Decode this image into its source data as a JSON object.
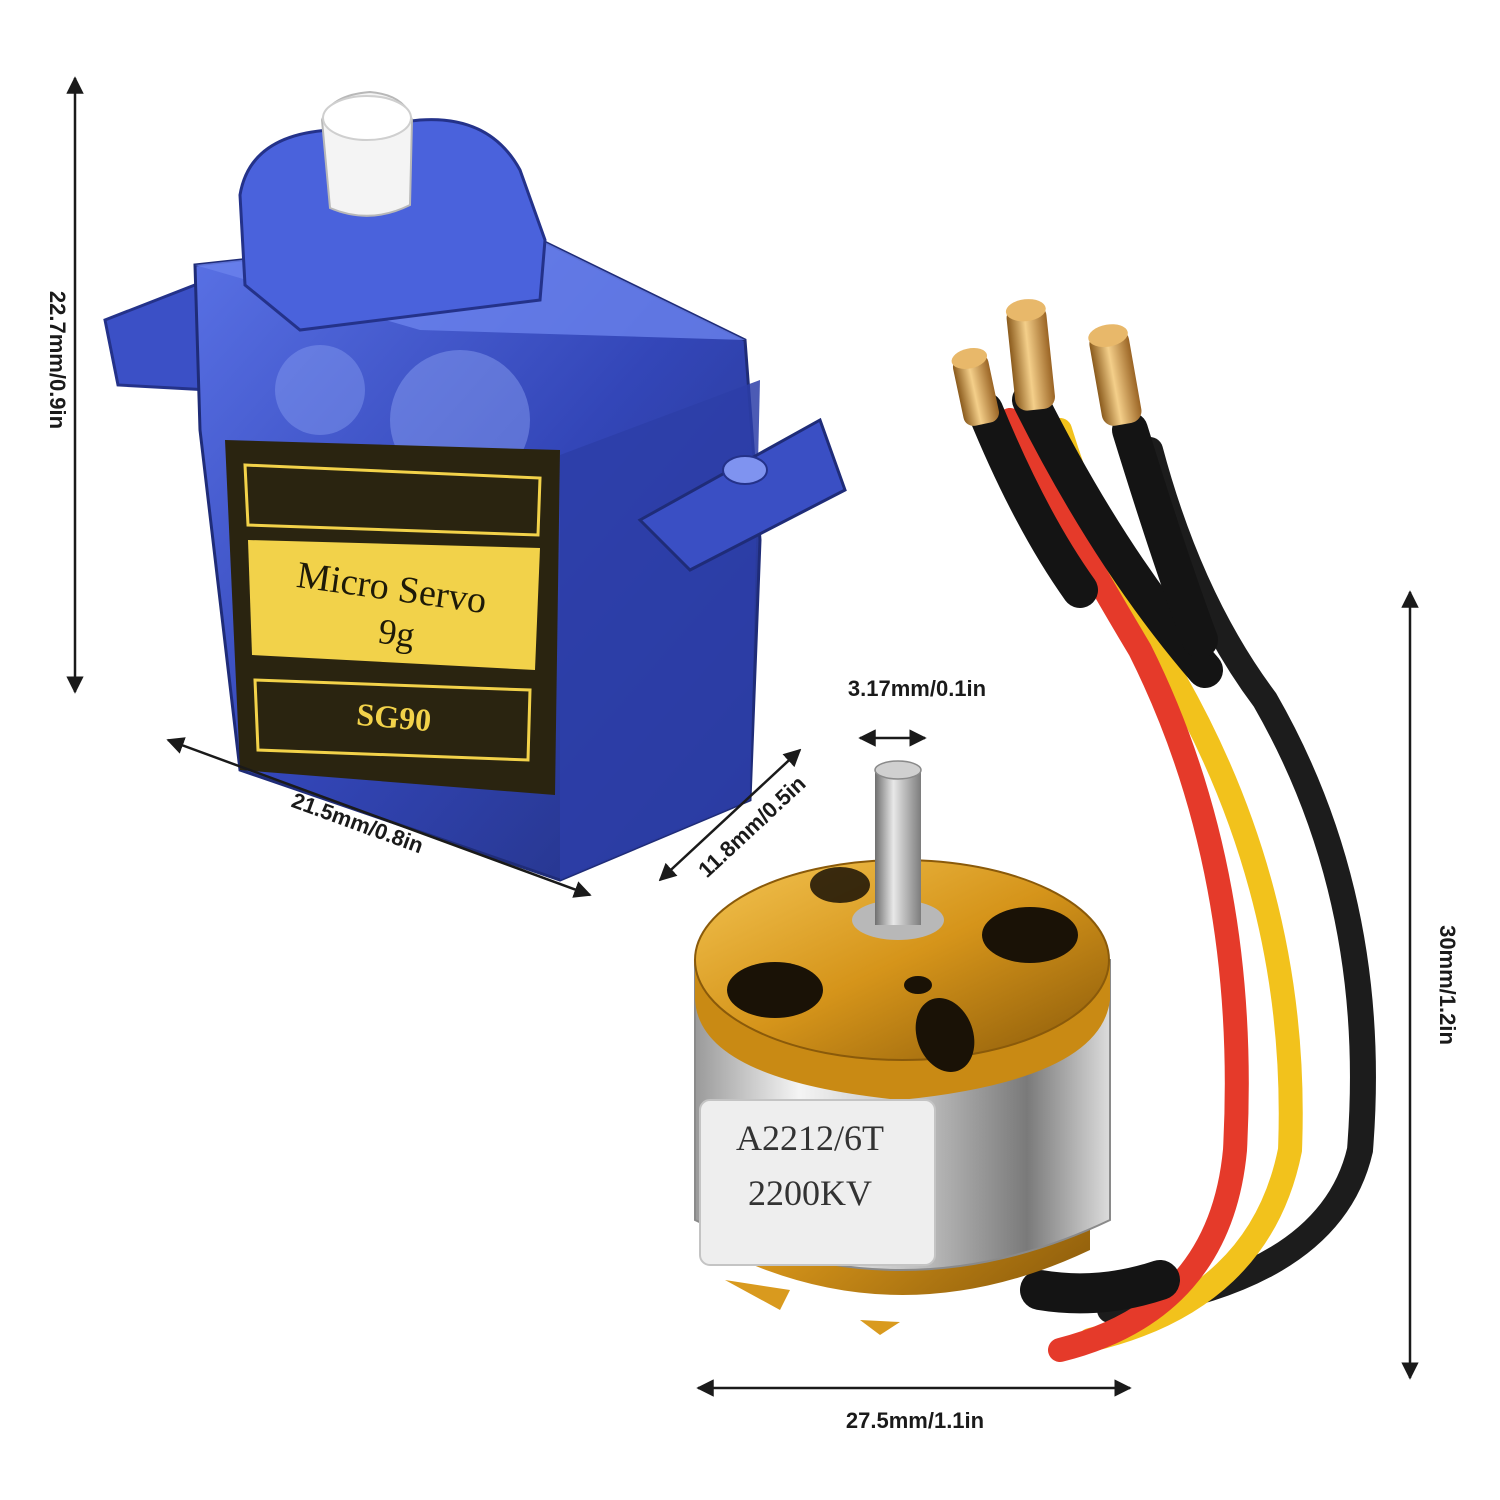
{
  "servo": {
    "label_line1": "Micro Servo",
    "label_line2": "9g",
    "model": "SG90"
  },
  "motor": {
    "label_line1": "A2212/6T",
    "label_line2": "2200KV"
  },
  "dimensions": {
    "servo_height": "22.7mm/0.9in",
    "servo_width": "21.5mm/0.8in",
    "servo_depth": "11.8mm/0.5in",
    "shaft_diameter": "3.17mm/0.1in",
    "motor_diameter": "27.5mm/1.1in",
    "motor_height": "30mm/1.2in"
  },
  "colors": {
    "servo_body": "#3a4fc4",
    "servo_label_bg": "#2a2410",
    "servo_label_fg": "#f2d24a",
    "motor_gold": "#d99a1e",
    "motor_silver": "#d8d8d8",
    "wire_black": "#1c1c1c",
    "wire_red": "#e53a2a",
    "wire_yellow": "#f2c21c",
    "connector_gold": "#d9a24a"
  }
}
